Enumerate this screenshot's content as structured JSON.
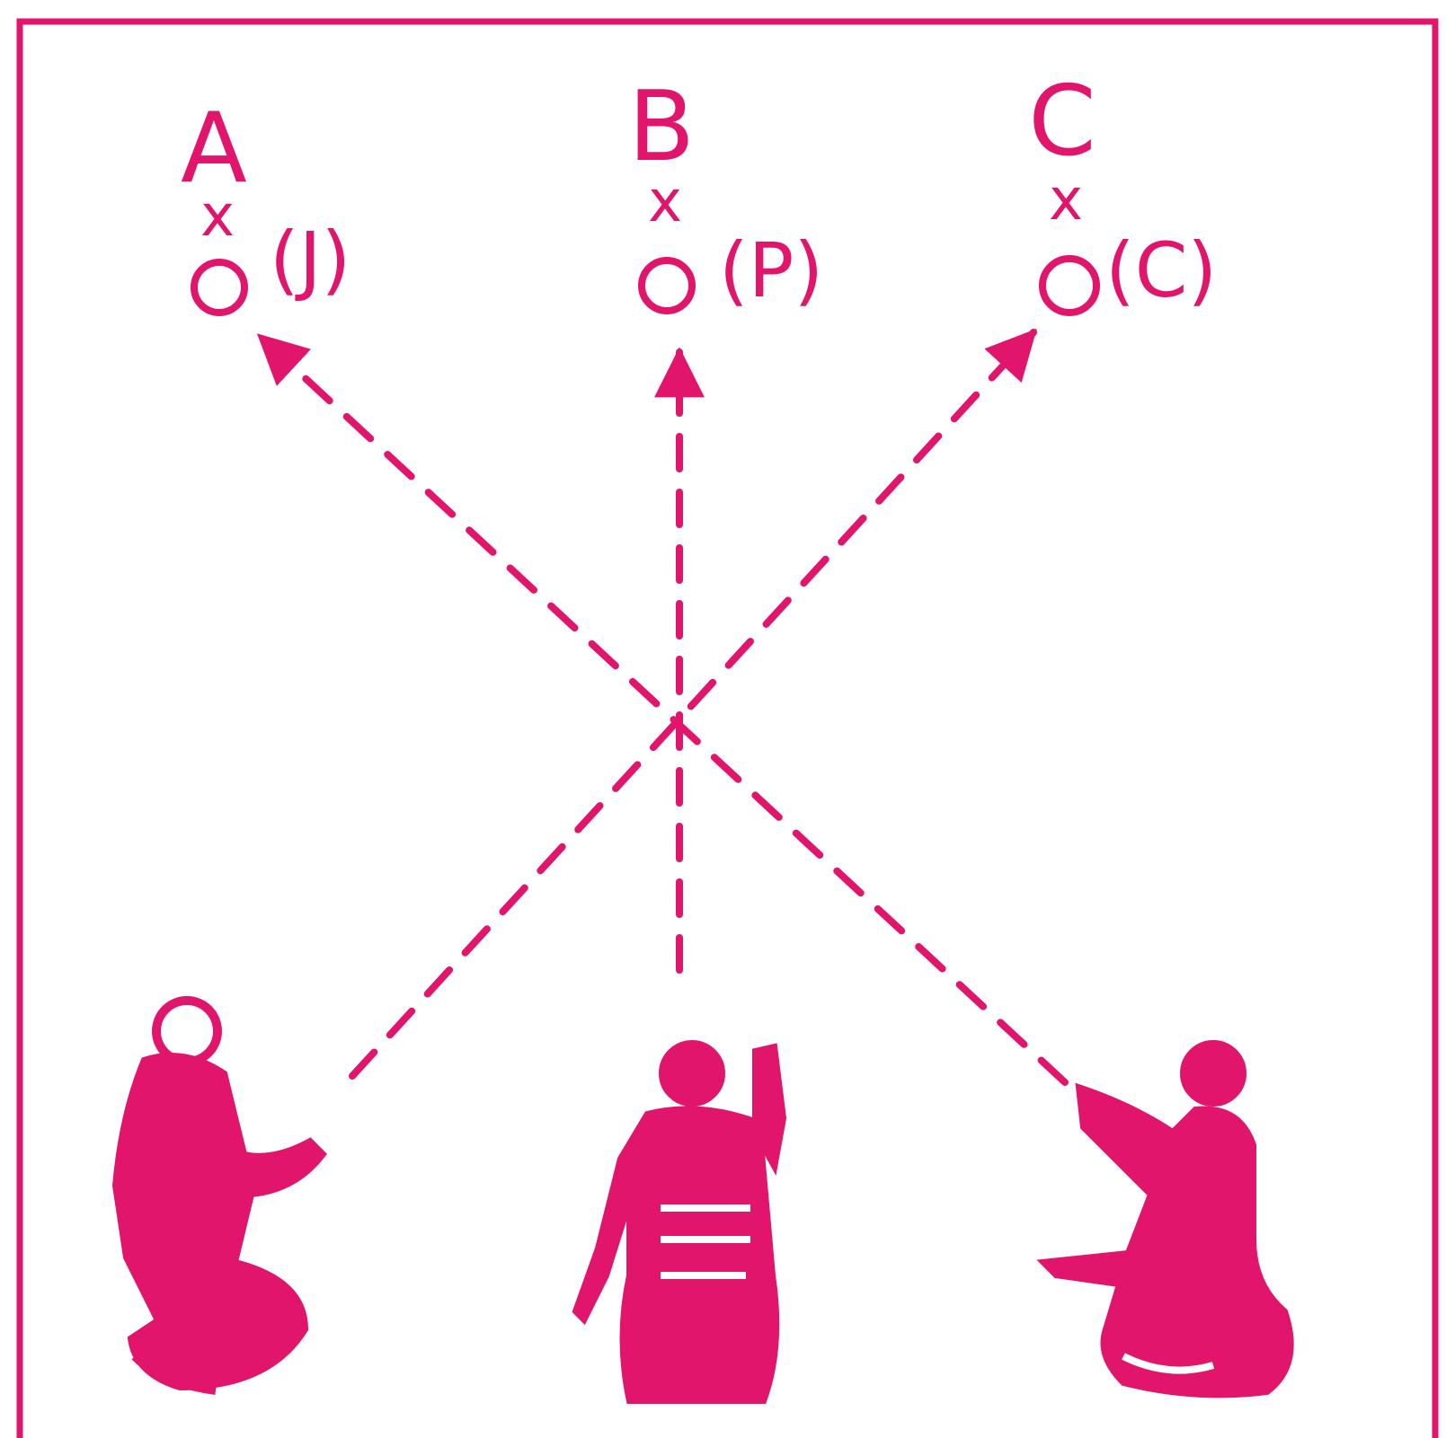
{
  "colors": {
    "ink": "#e0156b",
    "paper": "#ffffff"
  },
  "targets": [
    {
      "letter": "A",
      "mark": "x",
      "tag": "(J)"
    },
    {
      "letter": "B",
      "mark": "x",
      "tag": "(P)"
    },
    {
      "letter": "C",
      "mark": "x",
      "tag": "(C)"
    }
  ],
  "figures": [
    {
      "icon": "kneeling-player-left-icon"
    },
    {
      "icon": "kneeling-player-center-icon"
    },
    {
      "icon": "kneeling-player-right-icon"
    }
  ]
}
